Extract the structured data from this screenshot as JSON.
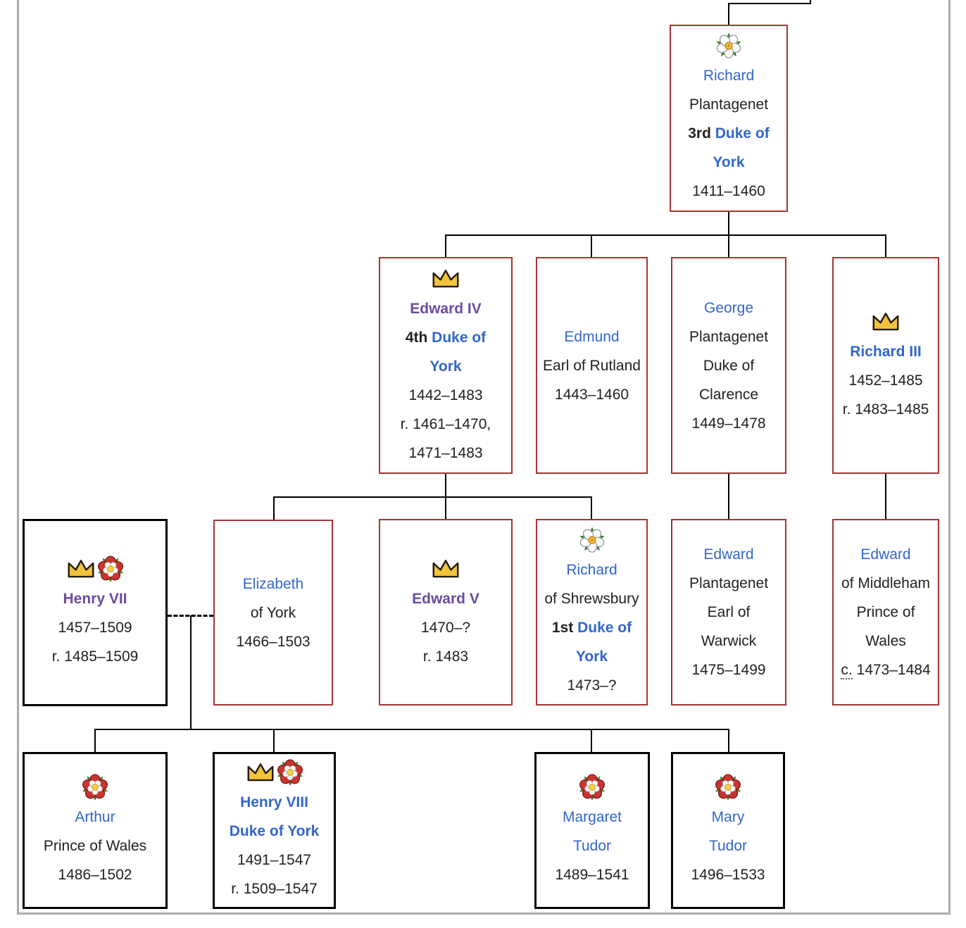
{
  "diagram": {
    "type": "family-tree",
    "visible_title": "",
    "connector_styles": {
      "descent": "solid",
      "marriage": "dashed"
    }
  },
  "colors": {
    "link_blue": "#3366CC",
    "visited_purple": "#6B4BA1",
    "text": "#202122",
    "york_border_red": "#A33535",
    "tudor_border_black": "#000000",
    "connector_black": "#000000",
    "frame_gray": "#ABABAB",
    "crown_gold": "#F2C33C",
    "rose_red": "#C93431",
    "rose_white": "#FFFFFF",
    "rose_center_gold": "#EFC23B",
    "leaf_green": "#3F7F2B"
  },
  "people": [
    {
      "id": "richard-plantagenet",
      "icons": [
        "white-rose"
      ],
      "lines": [
        [
          {
            "t": "Richard",
            "s": "link"
          }
        ],
        [
          {
            "t": "Plantagenet",
            "s": "plain"
          }
        ],
        [
          {
            "t": "3rd ",
            "s": "bold"
          },
          {
            "t": "Duke of",
            "s": "boldlink"
          }
        ],
        [
          {
            "t": "York",
            "s": "boldlink"
          }
        ],
        [
          {
            "t": "1411–1460",
            "s": "plain"
          }
        ]
      ]
    },
    {
      "id": "edward-iv",
      "icons": [
        "crown"
      ],
      "lines": [
        [
          {
            "t": "Edward IV",
            "s": "visited"
          }
        ],
        [
          {
            "t": "4th ",
            "s": "bold"
          },
          {
            "t": "Duke of",
            "s": "boldlink"
          }
        ],
        [
          {
            "t": "York",
            "s": "boldlink"
          }
        ],
        [
          {
            "t": "1442–1483",
            "s": "plain"
          }
        ],
        [
          {
            "t": "r. 1461–1470,",
            "s": "plain"
          }
        ],
        [
          {
            "t": "1471–1483",
            "s": "plain"
          }
        ]
      ]
    },
    {
      "id": "edmund",
      "icons": [],
      "lines": [
        [
          {
            "t": "Edmund",
            "s": "link"
          }
        ],
        [
          {
            "t": "Earl of Rutland",
            "s": "plain"
          }
        ],
        [
          {
            "t": "1443–1460",
            "s": "plain"
          }
        ]
      ]
    },
    {
      "id": "george",
      "icons": [],
      "lines": [
        [
          {
            "t": "George",
            "s": "link"
          }
        ],
        [
          {
            "t": "Plantagenet",
            "s": "plain"
          }
        ],
        [
          {
            "t": "Duke of",
            "s": "plain"
          }
        ],
        [
          {
            "t": "Clarence",
            "s": "plain"
          }
        ],
        [
          {
            "t": "1449–1478",
            "s": "plain"
          }
        ]
      ]
    },
    {
      "id": "richard-iii",
      "icons": [
        "crown"
      ],
      "lines": [
        [
          {
            "t": "Richard III",
            "s": "boldlink"
          }
        ],
        [
          {
            "t": "1452–1485",
            "s": "plain"
          }
        ],
        [
          {
            "t": "r. 1483–1485",
            "s": "plain"
          }
        ]
      ]
    },
    {
      "id": "henry-vii",
      "icons": [
        "crown",
        "red-rose"
      ],
      "lines": [
        [
          {
            "t": "Henry VII",
            "s": "visited"
          }
        ],
        [
          {
            "t": "1457–1509",
            "s": "plain"
          }
        ],
        [
          {
            "t": "r. 1485–1509",
            "s": "plain"
          }
        ]
      ]
    },
    {
      "id": "elizabeth-of-york",
      "icons": [],
      "lines": [
        [
          {
            "t": "Elizabeth",
            "s": "link"
          }
        ],
        [
          {
            "t": "of York",
            "s": "plain"
          }
        ],
        [
          {
            "t": "1466–1503",
            "s": "plain"
          }
        ]
      ]
    },
    {
      "id": "edward-v",
      "icons": [
        "crown"
      ],
      "lines": [
        [
          {
            "t": "Edward V",
            "s": "visited"
          }
        ],
        [
          {
            "t": "1470–?",
            "s": "plain"
          }
        ],
        [
          {
            "t": "r. 1483",
            "s": "plain"
          }
        ]
      ]
    },
    {
      "id": "richard-of-shrewsbury",
      "icons": [
        "white-rose"
      ],
      "lines": [
        [
          {
            "t": "Richard",
            "s": "link"
          }
        ],
        [
          {
            "t": "of Shrewsbury",
            "s": "plain"
          }
        ],
        [
          {
            "t": "1st ",
            "s": "bold"
          },
          {
            "t": "Duke of",
            "s": "boldlink"
          }
        ],
        [
          {
            "t": "York",
            "s": "boldlink"
          }
        ],
        [
          {
            "t": "1473–?",
            "s": "plain"
          }
        ]
      ]
    },
    {
      "id": "edward-of-warwick",
      "icons": [],
      "lines": [
        [
          {
            "t": "Edward",
            "s": "link"
          }
        ],
        [
          {
            "t": "Plantagenet",
            "s": "plain"
          }
        ],
        [
          {
            "t": "Earl of",
            "s": "plain"
          }
        ],
        [
          {
            "t": "Warwick",
            "s": "plain"
          }
        ],
        [
          {
            "t": "1475–1499",
            "s": "plain"
          }
        ]
      ]
    },
    {
      "id": "edward-of-middleham",
      "icons": [],
      "lines": [
        [
          {
            "t": "Edward",
            "s": "link"
          }
        ],
        [
          {
            "t": "of Middleham",
            "s": "plain"
          }
        ],
        [
          {
            "t": "Prince of",
            "s": "plain"
          }
        ],
        [
          {
            "t": "Wales",
            "s": "plain"
          }
        ],
        [
          {
            "t": "c.",
            "s": "abbr"
          },
          {
            "t": " 1473–1484",
            "s": "plain"
          }
        ]
      ]
    },
    {
      "id": "arthur",
      "icons": [
        "red-rose"
      ],
      "lines": [
        [
          {
            "t": "Arthur",
            "s": "link"
          }
        ],
        [
          {
            "t": "Prince of Wales",
            "s": "plain"
          }
        ],
        [
          {
            "t": "1486–1502",
            "s": "plain"
          }
        ]
      ]
    },
    {
      "id": "henry-viii",
      "icons": [
        "crown",
        "red-rose"
      ],
      "lines": [
        [
          {
            "t": "Henry VIII",
            "s": "boldlink"
          }
        ],
        [
          {
            "t": "Duke of York",
            "s": "boldlink"
          }
        ],
        [
          {
            "t": "1491–1547",
            "s": "plain"
          }
        ],
        [
          {
            "t": "r. 1509–1547",
            "s": "plain"
          }
        ]
      ]
    },
    {
      "id": "margaret-tudor",
      "icons": [
        "red-rose"
      ],
      "lines": [
        [
          {
            "t": "Margaret",
            "s": "link"
          }
        ],
        [
          {
            "t": "Tudor",
            "s": "link"
          }
        ],
        [
          {
            "t": "1489–1541",
            "s": "plain"
          }
        ]
      ]
    },
    {
      "id": "mary-tudor",
      "icons": [
        "red-rose"
      ],
      "lines": [
        [
          {
            "t": "Mary",
            "s": "link"
          }
        ],
        [
          {
            "t": "Tudor",
            "s": "link"
          }
        ],
        [
          {
            "t": "1496–1533",
            "s": "plain"
          }
        ]
      ]
    }
  ]
}
